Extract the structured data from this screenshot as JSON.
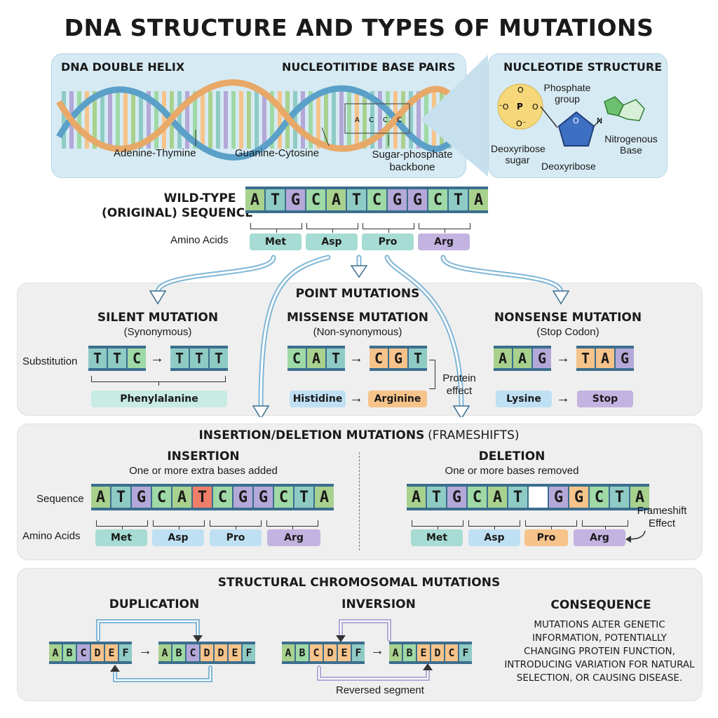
{
  "title": "DNA STRUCTURE AND TYPES OF MUTATIONS",
  "colors": {
    "A": "#a9d18e",
    "T": "#8fcbc5",
    "G": "#b3a8d8",
    "C": "#9ed9a6",
    "orange": "#f6c38a",
    "red": "#ef7f6a",
    "panel": "#d6eaf3",
    "arrow": "#7fb6d6"
  },
  "helix": {
    "header_left": "DNA DOUBLE HELIX",
    "header_right": "NUCLEOTIITIDE BASE PAIRS",
    "label_at": "Adenine-Thymine",
    "label_gc": "Guanine-Cytosine",
    "label_backbone_1": "Sugar-phosphate",
    "label_backbone_2": "backbone",
    "pair_letters": [
      "A",
      "C",
      "C",
      "C"
    ]
  },
  "nucleotide": {
    "header": "NUCLEOTIDE STRUCTURE",
    "phosphate_1": "Phosphate",
    "phosphate_2": "group",
    "nitro_1": "Nitrogenous",
    "nitro_2": "Base",
    "deoxy_sugar_1": "Deoxyribose",
    "deoxy_sugar_2": "sugar",
    "deoxy": "Deoxyribose",
    "phos_o_top": "O",
    "phos_o_left": "⁻O",
    "phos_p": "P",
    "phos_o_right": "O",
    "phos_o_bottom": "O⁻",
    "ring_o": "O",
    "ring_n": "N"
  },
  "wildtype": {
    "label_1": "WILD-TYPE",
    "label_2": "(ORIGINAL) SEQUENCE",
    "bases": [
      "A",
      "T",
      "G",
      "C",
      "A",
      "T",
      "C",
      "G",
      "G",
      "C",
      "T",
      "A"
    ],
    "amino_label": "Amino Acids",
    "amino": [
      "Met",
      "Asp",
      "Pro",
      "Arg"
    ]
  },
  "point": {
    "header": "POINT MUTATIONS",
    "silent": {
      "title": "SILENT MUTATION",
      "sub": "(Synonymous)",
      "side": "Substitution",
      "from": [
        "T",
        "T",
        "C"
      ],
      "to": [
        "T",
        "T",
        "T"
      ],
      "result": "Phenylalanine"
    },
    "missense": {
      "title": "MISSENSE MUTATION",
      "sub": "(Non-synonymous)",
      "from": [
        "C",
        "A",
        "T"
      ],
      "to": [
        "C",
        "G",
        "T"
      ],
      "aa_from": "Histidine",
      "aa_to": "Arginine",
      "effect_1": "Protein",
      "effect_2": "effect"
    },
    "nonsense": {
      "title": "NONSENSE MUTATION",
      "sub": "(Stop Codon)",
      "from": [
        "A",
        "A",
        "G"
      ],
      "to": [
        "T",
        "A",
        "G"
      ],
      "aa_from": "Lysine",
      "aa_to": "Stop"
    }
  },
  "indel": {
    "header_bold": "INSERTION/DELETION MUTATIONS",
    "header_plain": "(FRAMESHIFTS)",
    "insertion": {
      "title": "INSERTION",
      "sub": "One or more extra bases added",
      "bases": [
        "A",
        "T",
        "G",
        "C",
        "A",
        "T",
        "C",
        "G",
        "G",
        "C",
        "T",
        "A"
      ]
    },
    "deletion": {
      "title": "DELETION",
      "sub": "One or more bases removed",
      "bases": [
        "A",
        "T",
        "G",
        "C",
        "A",
        "T",
        "",
        "G",
        "G",
        "C",
        "T",
        "A"
      ]
    },
    "seq_label": "Sequence",
    "amino_label": "Amino Acids",
    "amino_ins": [
      "Met",
      "Asp",
      "Pro",
      "Arg"
    ],
    "amino_del": [
      "Met",
      "Asp",
      "Pro",
      "Arg"
    ],
    "frameshift_1": "Frameshift",
    "frameshift_2": "Effect"
  },
  "structural": {
    "header": "STRUCTURAL CHROMOSOMAL MUTATIONS",
    "duplication": {
      "title": "DUPLICATION",
      "from": [
        "A",
        "B",
        "C",
        "D",
        "E",
        "F"
      ],
      "to": [
        "A",
        "B",
        "C",
        "D",
        "D",
        "E",
        "F"
      ]
    },
    "inversion": {
      "title": "INVERSION",
      "from": [
        "A",
        "B",
        "C",
        "D",
        "E",
        "F"
      ],
      "to": [
        "A",
        "B",
        "E",
        "D",
        "C",
        "F"
      ],
      "note": "Reversed segment"
    },
    "consequence": {
      "title": "CONSEQUENCE",
      "lines": [
        "MUTATIONS ALTER GENETIC",
        "INFORMATION, POTENTIALLY",
        "CHANGING PROTEIN FUNCTION,",
        "INTRODUCING VARIATION FOR NATURAL",
        "SELECTION, OR CAUSING DISEASE."
      ]
    }
  }
}
